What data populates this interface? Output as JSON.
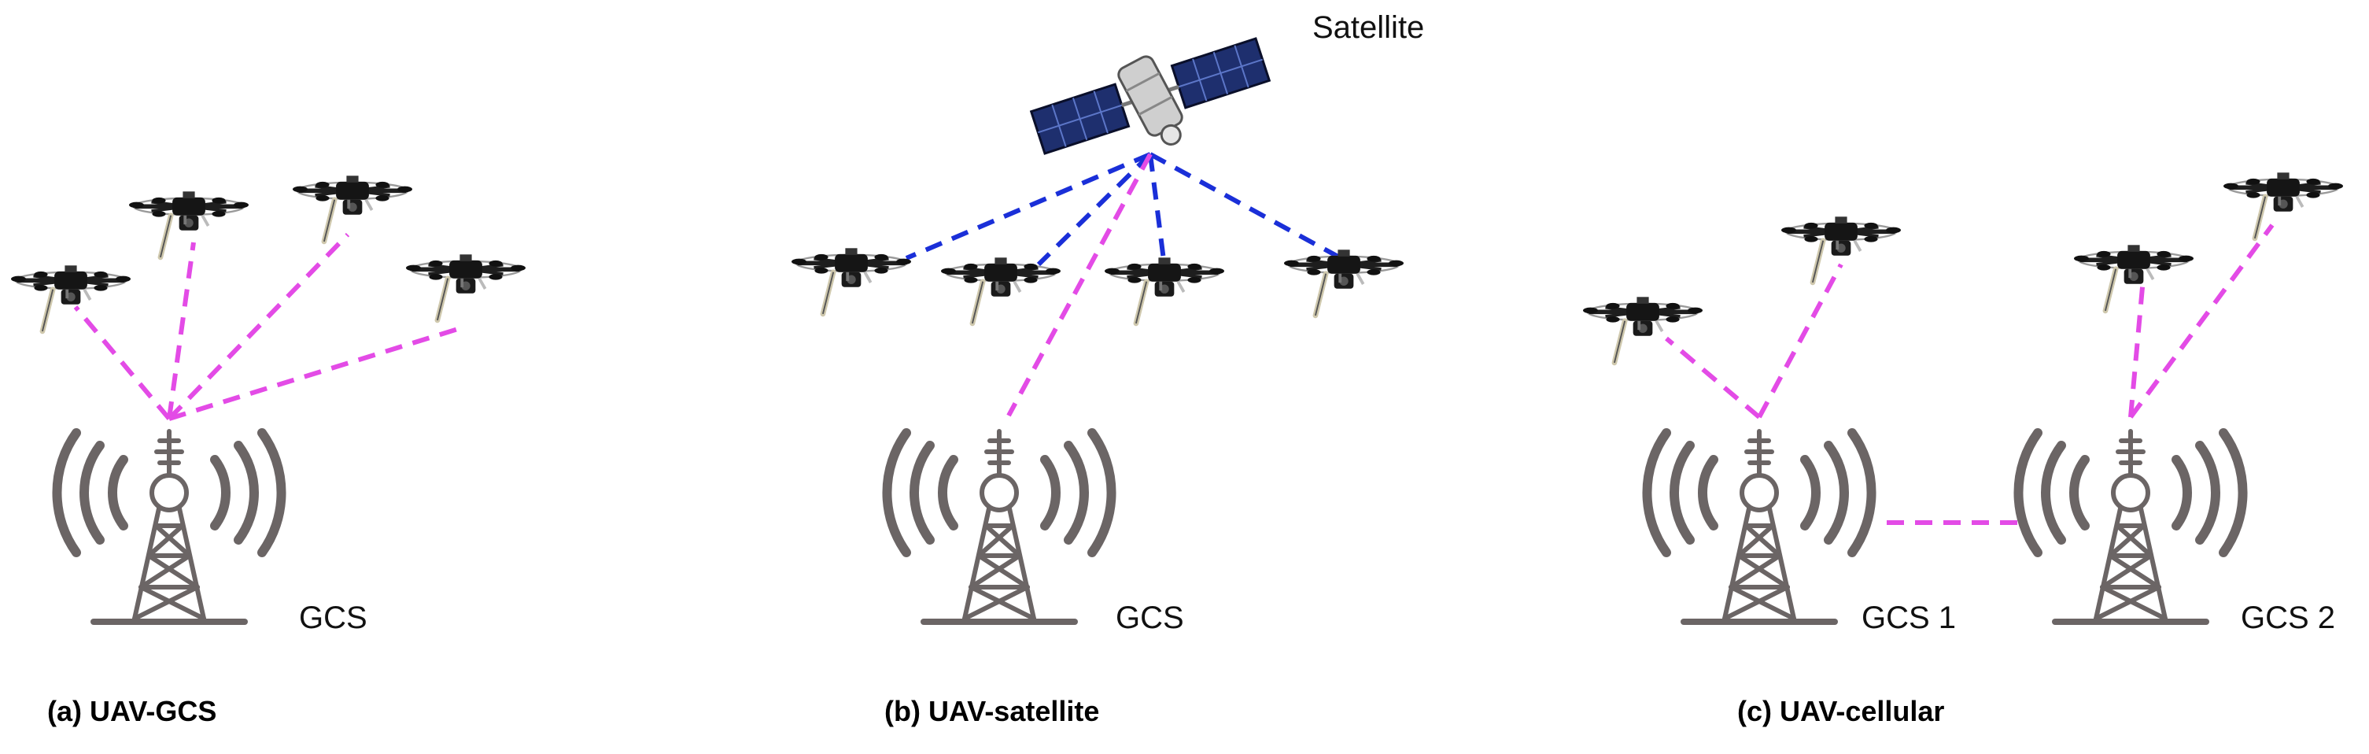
{
  "labels": {
    "satellite": "Satellite",
    "gcs_a": "GCS",
    "gcs_b": "GCS",
    "gcs_c1": "GCS 1",
    "gcs_c2": "GCS 2"
  },
  "captions": {
    "a": "(a) UAV-GCS",
    "b": "(b) UAV-satellite",
    "c": "(c) UAV-cellular"
  },
  "colors": {
    "link_pink": "#e34be6",
    "link_blue": "#1a2fd8",
    "tower": "#6b6565",
    "drone": "#222222"
  }
}
